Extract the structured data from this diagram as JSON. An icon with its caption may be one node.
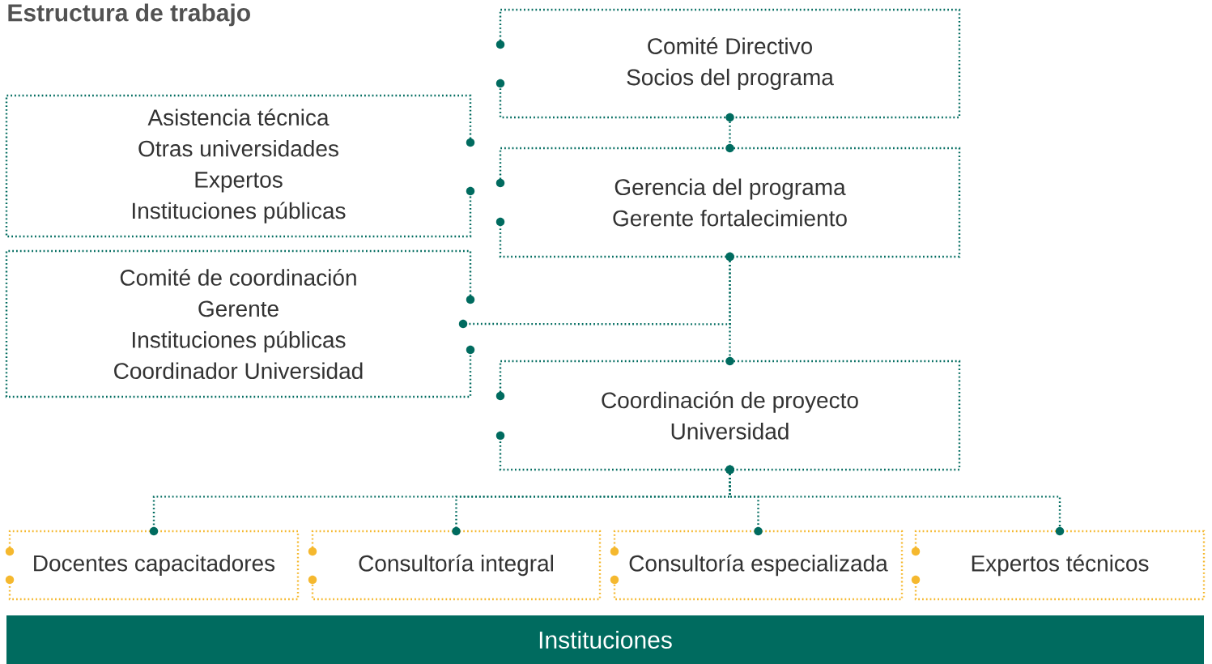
{
  "diagram": {
    "title": "Estructura de trabajo",
    "nodes": [
      {
        "text": [
          "Comité Directivo",
          "Socios del programa"
        ]
      },
      {
        "text": [
          "Asistencia técnica",
          "Otras universidades",
          "Expertos",
          "Instituciones públicas"
        ]
      },
      {
        "text": [
          "Gerencia del programa",
          "Gerente fortalecimiento"
        ]
      },
      {
        "text": [
          "Comité de coordinación",
          "Gerente",
          "Instituciones públicas",
          "Coordinador Universidad"
        ]
      },
      {
        "text": [
          "Coordinación de proyecto",
          "Universidad"
        ]
      },
      {
        "text": [
          "Docentes capacitadores"
        ]
      },
      {
        "text": [
          "Consultoría integral"
        ]
      },
      {
        "text": [
          "Consultoría especializada"
        ]
      },
      {
        "text": [
          "Expertos técnicos"
        ]
      },
      {
        "text": [
          "Instituciones"
        ]
      }
    ],
    "edges": [
      {
        "from": 0,
        "to": 2,
        "arrow": "none"
      },
      {
        "from": 2,
        "to": 4,
        "arrow": "none"
      },
      {
        "from": 2,
        "to": 3,
        "arrow": "none"
      },
      {
        "from": 4,
        "to": 5,
        "arrow": "none"
      },
      {
        "from": 4,
        "to": 6,
        "arrow": "none"
      },
      {
        "from": 4,
        "to": 7,
        "arrow": "none"
      },
      {
        "from": 4,
        "to": 8,
        "arrow": "none"
      }
    ]
  }
}
